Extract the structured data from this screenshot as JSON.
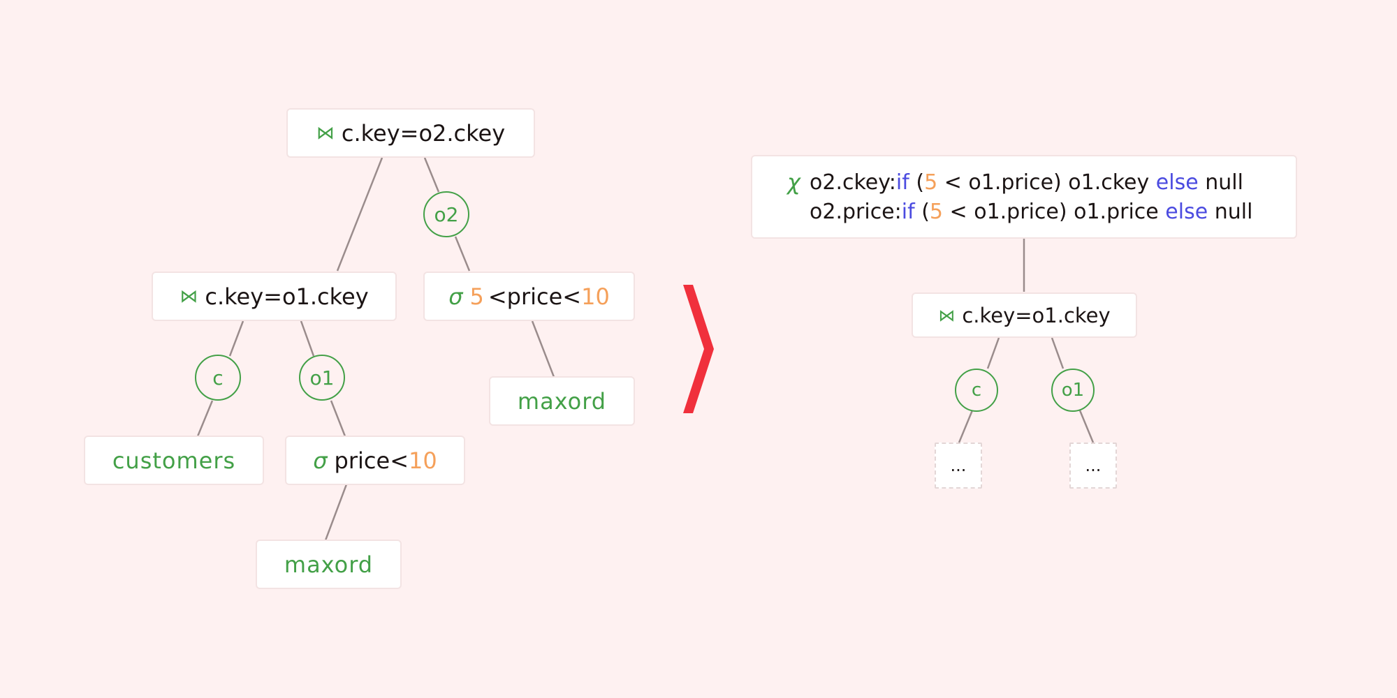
{
  "left_tree": {
    "top_join": {
      "op": "⋈",
      "cond": "c.key=o2.ckey"
    },
    "inner_join": {
      "op": "⋈",
      "cond": "c.key=o1.ckey"
    },
    "alias_o2": "o2",
    "alias_c": "c",
    "alias_o1": "o1",
    "range_select": {
      "op": "σ",
      "low": "5",
      "mid": "<price<",
      "high": "10"
    },
    "price_select": {
      "op": "σ",
      "text": "price<",
      "value": "10"
    },
    "customers": "customers",
    "maxord_top": "maxord",
    "maxord_bottom": "maxord"
  },
  "transform_arrow": "chevron-right-icon",
  "right_tree": {
    "map": {
      "op": "χ",
      "row1": {
        "target": "o2.ckey:",
        "if": "if",
        "open": " (",
        "num": "5",
        "cond": " < o1.price) o1.ckey ",
        "else": "else",
        "tail": " null"
      },
      "row2": {
        "target": "o2.price:",
        "if": "if",
        "open": " (",
        "num": "5",
        "cond": " < o1.price) o1.price ",
        "else": "else",
        "tail": " null"
      }
    },
    "join": {
      "op": "⋈",
      "cond": "c.key=o1.ckey"
    },
    "alias_c": "c",
    "alias_o1": "o1",
    "leaf_left": "...",
    "leaf_right": "..."
  },
  "colors": {
    "background": "#fef1f1",
    "relation": "#43a047",
    "number": "#f5a05a",
    "keyword": "#4b4be0",
    "edge": "#9a8c8c",
    "arrow": "#f0303c"
  }
}
